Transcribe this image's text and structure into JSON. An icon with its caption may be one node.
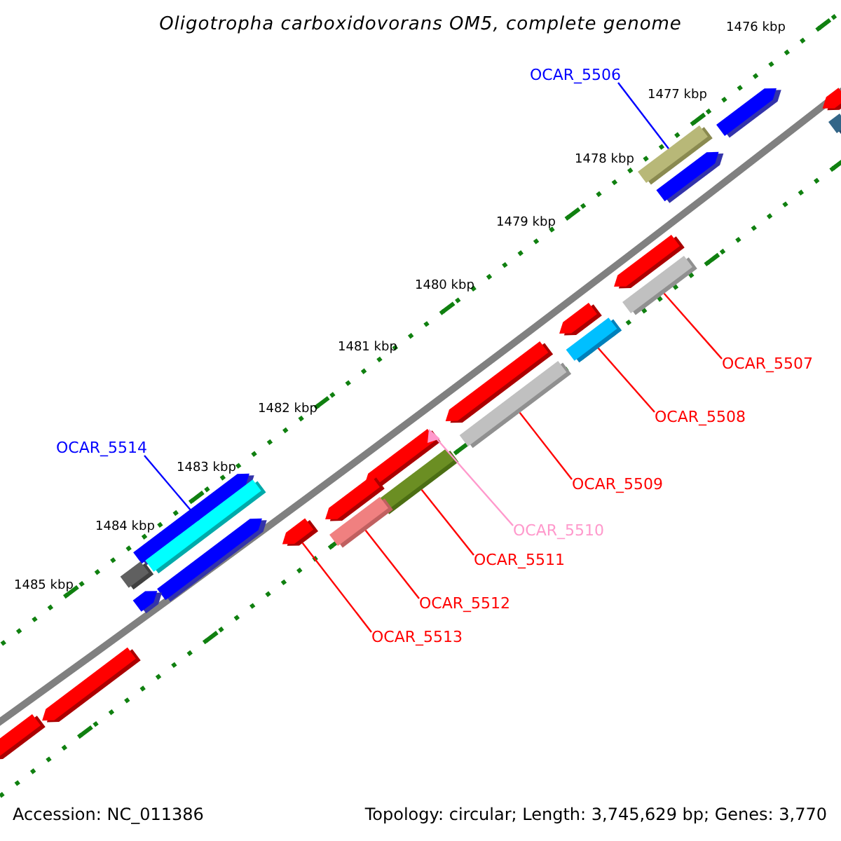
{
  "diagram": {
    "title": "Oligotropha carboxidovorans OM5, complete genome",
    "nodes": [
      {
        "text": [
          "OCAR_5506"
        ]
      },
      {
        "text": [],
        "shape": "bar"
      },
      {
        "text": [
          "OCAR_5507"
        ]
      },
      {
        "text": [],
        "shape": "bar"
      },
      {
        "text": [
          "OCAR_5508"
        ]
      },
      {
        "text": [],
        "shape": "bar"
      },
      {
        "text": [
          "OCAR_5509"
        ]
      },
      {
        "text": [],
        "shape": "bar"
      },
      {
        "text": [
          "OCAR_5510"
        ]
      },
      {
        "text": [],
        "shape": "triangle"
      },
      {
        "text": [
          "OCAR_5511"
        ]
      },
      {
        "text": [],
        "shape": "bar"
      },
      {
        "text": [
          "OCAR_5512"
        ]
      },
      {
        "text": [],
        "shape": "bar"
      },
      {
        "text": [
          "OCAR_5513"
        ]
      },
      {
        "text": [],
        "shape": "bar"
      },
      {
        "text": [
          "OCAR_5514"
        ]
      },
      {
        "text": [],
        "shape": "bar"
      }
    ],
    "edges": [
      {
        "from": 0,
        "to": 1,
        "arrow": "none",
        "color": "#0000ff"
      },
      {
        "from": 2,
        "to": 3,
        "arrow": "none"
      },
      {
        "from": 4,
        "to": 5,
        "arrow": "none"
      },
      {
        "from": 6,
        "to": 7,
        "arrow": "none"
      },
      {
        "from": 8,
        "to": 9,
        "arrow": "none",
        "color": "#ff99cc"
      },
      {
        "from": 10,
        "to": 11,
        "arrow": "none"
      },
      {
        "from": 12,
        "to": 13,
        "arrow": "none"
      },
      {
        "from": 14,
        "to": 15,
        "arrow": "none"
      },
      {
        "from": 16,
        "to": 17,
        "arrow": "none",
        "color": "#0000ff"
      }
    ],
    "labels": [
      "1476 kbp",
      "1477 kbp",
      "1478 kbp",
      "1479 kbp",
      "1480 kbp",
      "1481 kbp",
      "1482 kbp",
      "1483 kbp",
      "1484 kbp",
      "1485 kbp",
      "Accession: NC_011386",
      "Topology: circular; Length: 3,745,629 bp; Genes: 3,770"
    ]
  }
}
